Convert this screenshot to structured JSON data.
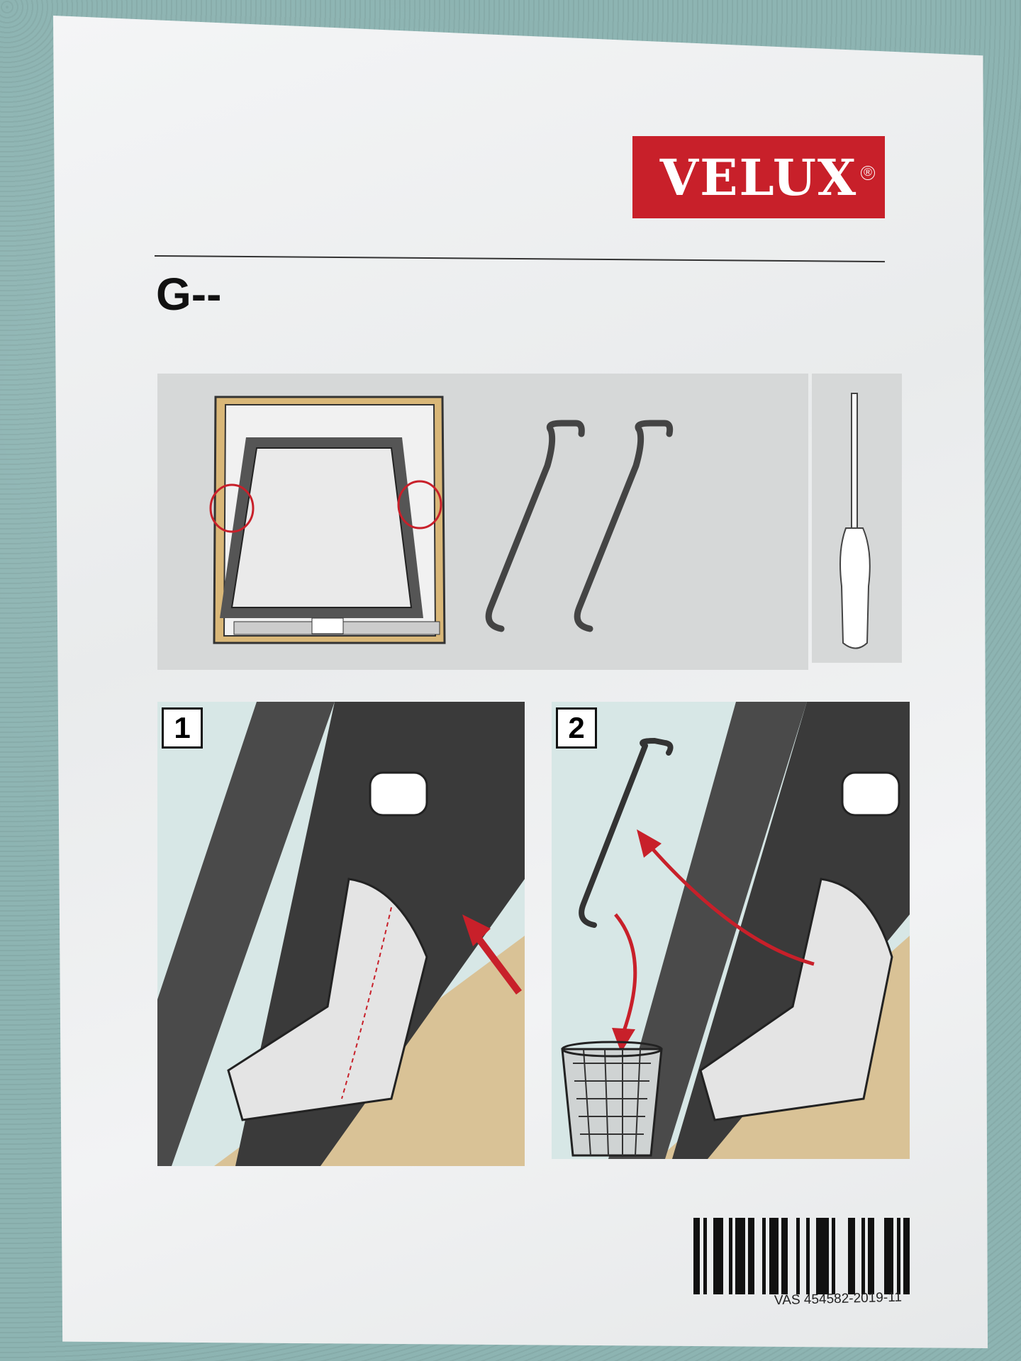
{
  "document": {
    "brand": "VELUX",
    "registered_mark": "®",
    "model_code": "G--",
    "steps": [
      {
        "number": "1"
      },
      {
        "number": "2"
      }
    ],
    "barcode_text": "VAS 454582-2019-11"
  },
  "colors": {
    "brand_red": "#c8202a",
    "arrow_red": "#c8202a",
    "wood": "#d9c296",
    "background": "#8fb5b3"
  }
}
